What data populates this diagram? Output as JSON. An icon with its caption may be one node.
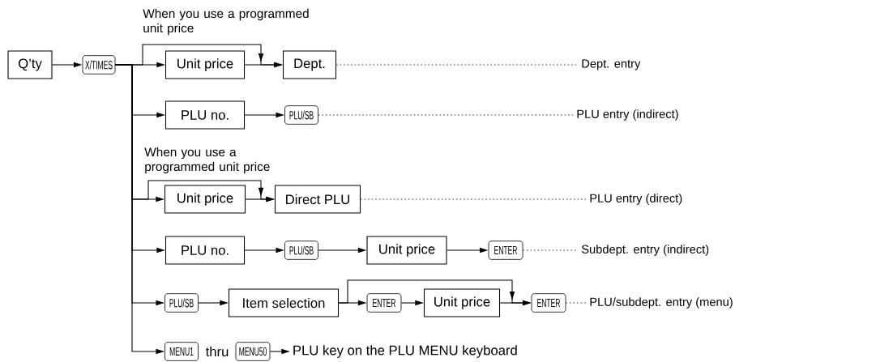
{
  "diagram": {
    "nodes": [
      {
        "text": [
          "Q’ty"
        ]
      },
      {
        "text": [
          "X/TIMES"
        ]
      },
      {
        "text": [
          "Unit price"
        ]
      },
      {
        "text": [
          "Dept."
        ]
      },
      {
        "text": [
          "Dept. entry"
        ]
      },
      {
        "text": [
          "PLU no."
        ]
      },
      {
        "text": [
          "PLU/SB"
        ]
      },
      {
        "text": [
          "PLU entry (indirect)"
        ]
      },
      {
        "text": [
          "Unit price"
        ]
      },
      {
        "text": [
          "Direct PLU"
        ]
      },
      {
        "text": [
          "PLU entry (direct)"
        ]
      },
      {
        "text": [
          "PLU no."
        ]
      },
      {
        "text": [
          "PLU/SB"
        ]
      },
      {
        "text": [
          "Unit price"
        ]
      },
      {
        "text": [
          "ENTER"
        ]
      },
      {
        "text": [
          "Subdept. entry (indirect)"
        ]
      },
      {
        "text": [
          "PLU/SB"
        ]
      },
      {
        "text": [
          "Item selection"
        ]
      },
      {
        "text": [
          "ENTER"
        ]
      },
      {
        "text": [
          "Unit price"
        ]
      },
      {
        "text": [
          "ENTER"
        ]
      },
      {
        "text": [
          "PLU/subdept. entry (menu)"
        ]
      },
      {
        "text": [
          "MENU1"
        ]
      },
      {
        "text": [
          "MENU50"
        ]
      },
      {
        "text": [
          "PLU key on the PLU MENU keyboard"
        ]
      }
    ],
    "edges": [
      {
        "from": 0,
        "to": 1,
        "arrow": "to"
      },
      {
        "from": 1,
        "to": 2,
        "arrow": "to"
      },
      {
        "from": 1,
        "to": 3,
        "arrow": "to"
      },
      {
        "from": 2,
        "to": 3,
        "arrow": "to"
      },
      {
        "from": 3,
        "to": 4,
        "arrow": "none",
        "style": "dashed"
      },
      {
        "from": 1,
        "to": 5,
        "arrow": "to"
      },
      {
        "from": 5,
        "to": 6,
        "arrow": "to"
      },
      {
        "from": 6,
        "to": 7,
        "arrow": "none",
        "style": "dashed"
      },
      {
        "from": 1,
        "to": 8,
        "arrow": "to"
      },
      {
        "from": 1,
        "to": 9,
        "arrow": "to"
      },
      {
        "from": 8,
        "to": 9,
        "arrow": "to"
      },
      {
        "from": 9,
        "to": 10,
        "arrow": "none",
        "style": "dashed"
      },
      {
        "from": 1,
        "to": 11,
        "arrow": "to"
      },
      {
        "from": 11,
        "to": 12,
        "arrow": "to"
      },
      {
        "from": 12,
        "to": 13,
        "arrow": "to"
      },
      {
        "from": 13,
        "to": 14,
        "arrow": "to"
      },
      {
        "from": 14,
        "to": 15,
        "arrow": "none",
        "style": "dashed"
      },
      {
        "from": 1,
        "to": 16,
        "arrow": "to"
      },
      {
        "from": 16,
        "to": 17,
        "arrow": "to"
      },
      {
        "from": 17,
        "to": 18,
        "arrow": "to"
      },
      {
        "from": 17,
        "to": 20,
        "arrow": "to"
      },
      {
        "from": 18,
        "to": 19,
        "arrow": "to"
      },
      {
        "from": 19,
        "to": 20,
        "arrow": "to"
      },
      {
        "from": 20,
        "to": 21,
        "arrow": "none",
        "style": "dashed"
      },
      {
        "from": 1,
        "to": 22,
        "arrow": "to"
      },
      {
        "from": 23,
        "to": 24,
        "arrow": "to"
      }
    ],
    "labels": [
      "When you use a programmed unit price",
      "When you use a programmed unit price",
      "thru"
    ]
  }
}
